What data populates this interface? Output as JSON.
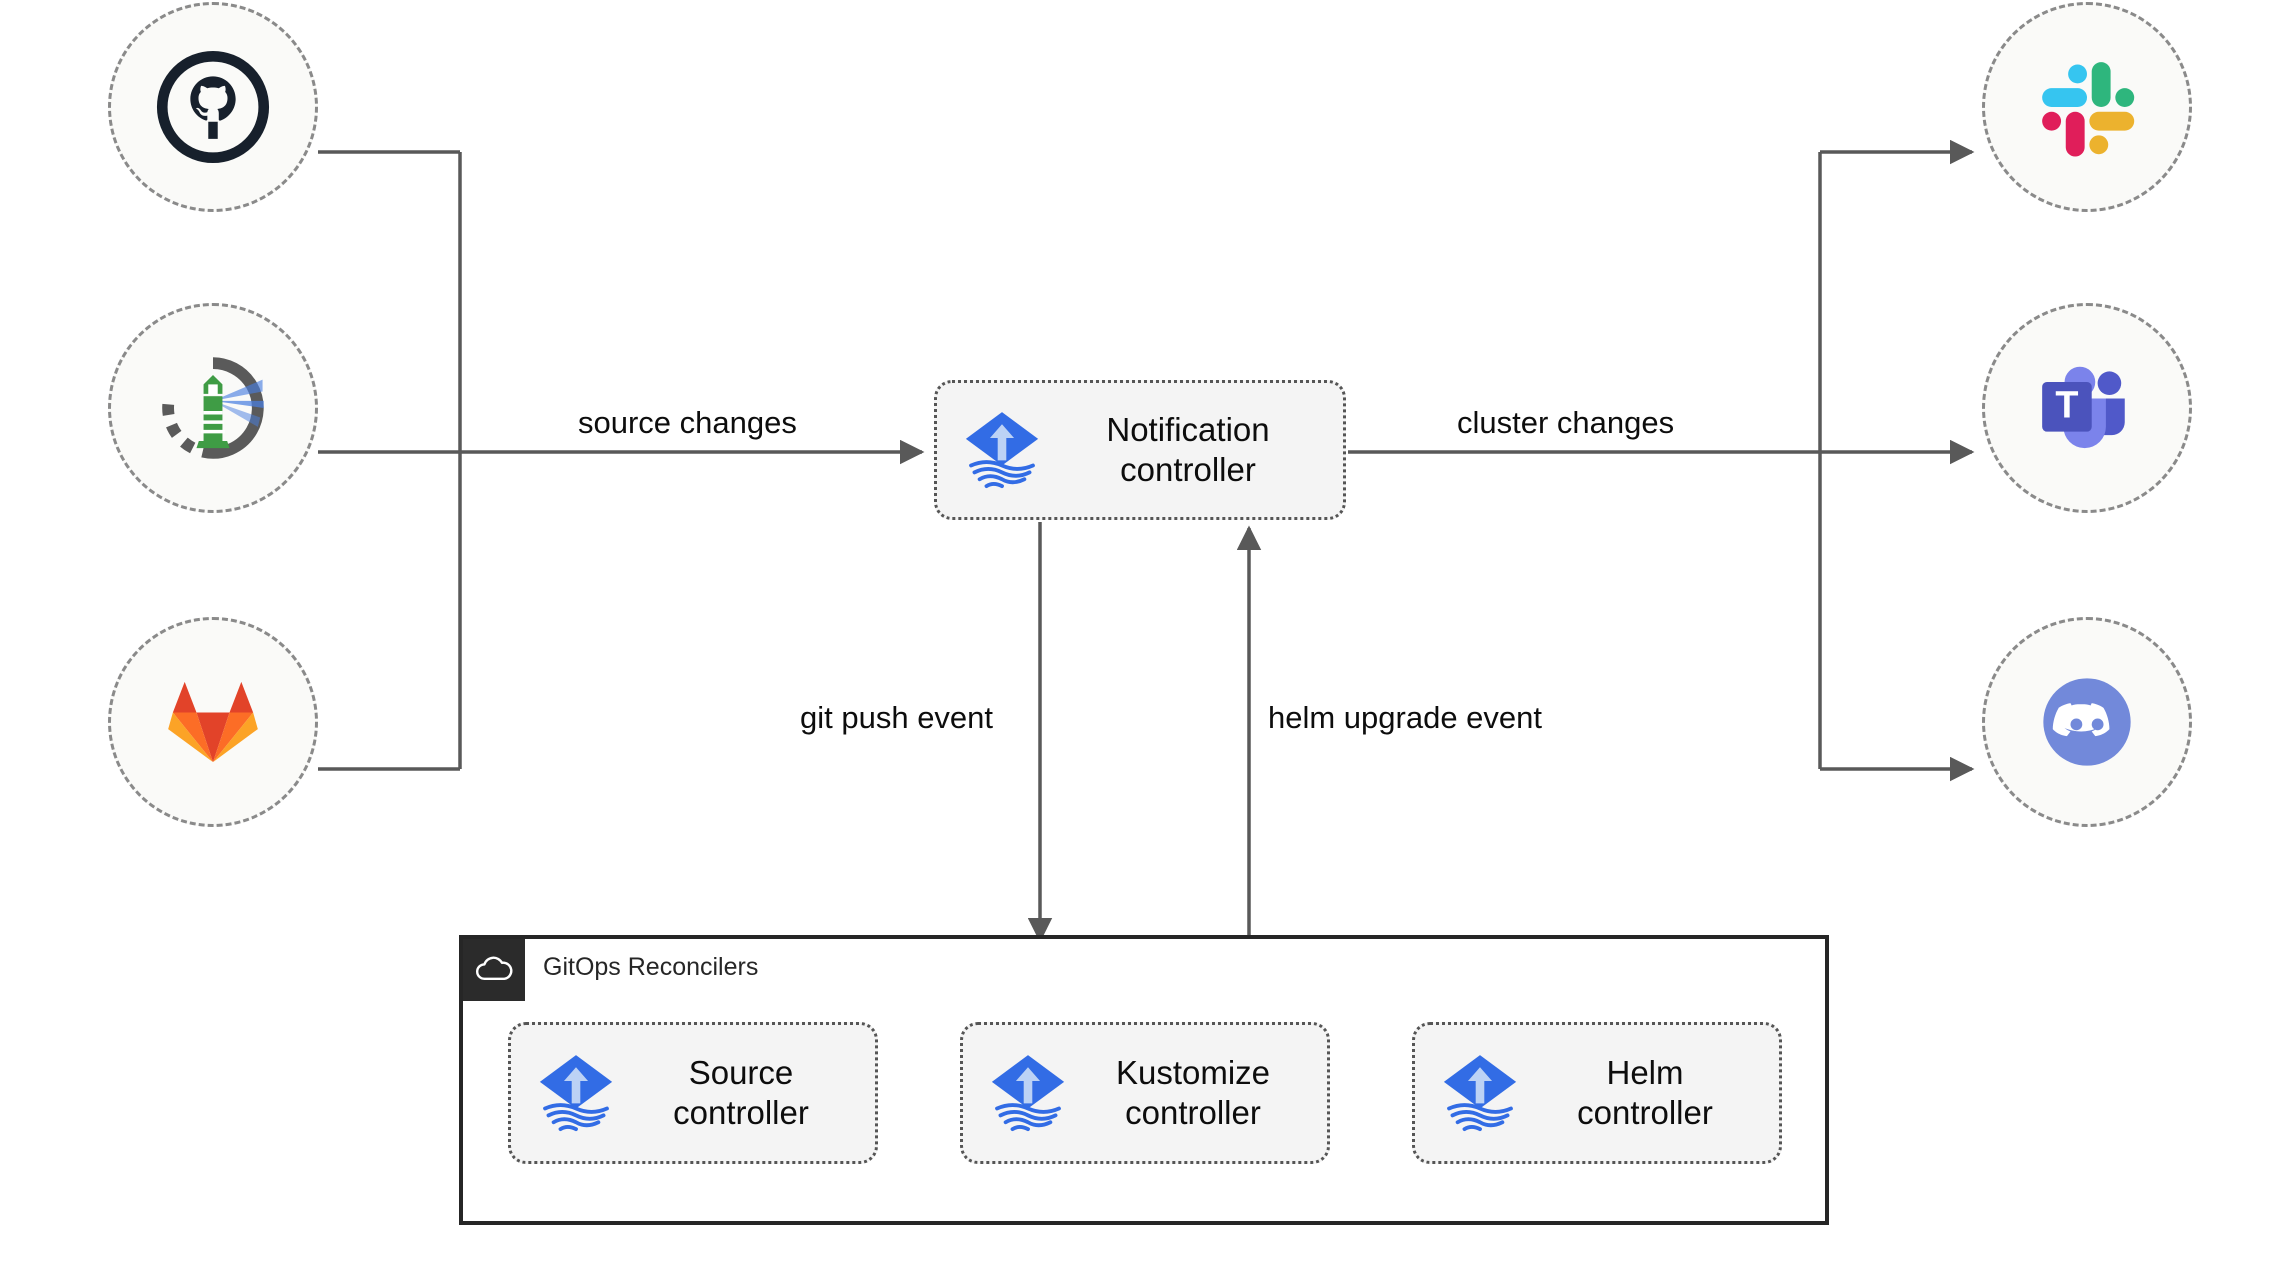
{
  "diagram": {
    "title": "Flux notification controller architecture",
    "background": "#ffffff",
    "edge_color": "#595959",
    "node_fill": "#f4f4f4",
    "node_border": "#555555",
    "endpoint_fill": "#fafaf8",
    "endpoint_border": "#8a8a8a",
    "group_border": "#262626",
    "group_header_fill": "#2b2b2b"
  },
  "sources": [
    {
      "id": "github",
      "icon": "github-icon",
      "name": "GitHub",
      "color": "#17202c"
    },
    {
      "id": "flagger",
      "icon": "flagger-lighthouse-icon",
      "name": "Flagger",
      "color": "#3f9c45"
    },
    {
      "id": "gitlab",
      "icon": "gitlab-icon",
      "name": "GitLab",
      "color": "#e24329"
    }
  ],
  "destinations": [
    {
      "id": "slack",
      "icon": "slack-icon",
      "name": "Slack",
      "color": "#36c5f0"
    },
    {
      "id": "teams",
      "icon": "microsoft-teams-icon",
      "name": "Microsoft Teams",
      "color": "#5059c9"
    },
    {
      "id": "discord",
      "icon": "discord-icon",
      "name": "Discord",
      "color": "#7289da"
    }
  ],
  "nodes": {
    "notification": {
      "label": "Notification\ncontroller",
      "icon": "flux-icon"
    },
    "source": {
      "label": "Source\ncontroller",
      "icon": "flux-icon"
    },
    "kustomize": {
      "label": "Kustomize\ncontroller",
      "icon": "flux-icon"
    },
    "helm": {
      "label": "Helm\ncontroller",
      "icon": "flux-icon"
    }
  },
  "group": {
    "title": "GitOps Reconcilers",
    "icon": "cloud-icon"
  },
  "edges": {
    "source_changes": "source changes",
    "cluster_changes": "cluster changes",
    "git_push_event": "git push event",
    "helm_upgrade_event": "helm upgrade event"
  },
  "brand_colors": {
    "flux_blue": "#326ce5",
    "flux_arrow": "#bcd2f5",
    "github_dark": "#17202c",
    "gitlab_red": "#e24329",
    "gitlab_orange": "#fc6d26",
    "gitlab_light_orange": "#fca326",
    "slack_cyan": "#36c5f0",
    "slack_green": "#2eb67d",
    "slack_red": "#e01e5a",
    "slack_yellow": "#ecb22e",
    "teams_purple": "#5059c9",
    "teams_light": "#7b83eb",
    "discord_blurple": "#7289da",
    "flagger_green": "#3f9c45",
    "flagger_gray": "#5a5a5a",
    "flagger_beam": "#4a7fe0"
  }
}
